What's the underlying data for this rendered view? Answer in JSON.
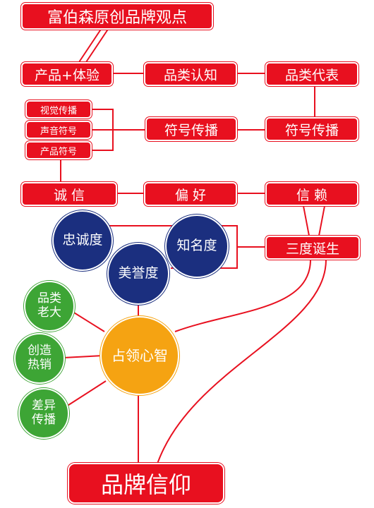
{
  "colors": {
    "red": "#e8101f",
    "blue": "#1b2f7f",
    "green": "#3da535",
    "orange": "#f5a312",
    "line": "#e8101f"
  },
  "title": "富伯森原创品牌观点",
  "row1": {
    "a": "产品+体验",
    "b": "品类认知",
    "c": "品类代表"
  },
  "row2": {
    "small": [
      "视觉传播",
      "声音符号",
      "产品符号"
    ],
    "b": "符号传播",
    "c": "符号传播"
  },
  "row3": {
    "a": "诚 信",
    "b": "偏 好",
    "c": "信 赖"
  },
  "degrees": {
    "loyalty": "忠诚度",
    "fame": "知名度",
    "reputation": "美誉度",
    "born": "三度诞生"
  },
  "green": [
    "品类\n老大",
    "创造\n热销",
    "差异\n传播"
  ],
  "center": "占领心智",
  "bottom": "品牌信仰"
}
